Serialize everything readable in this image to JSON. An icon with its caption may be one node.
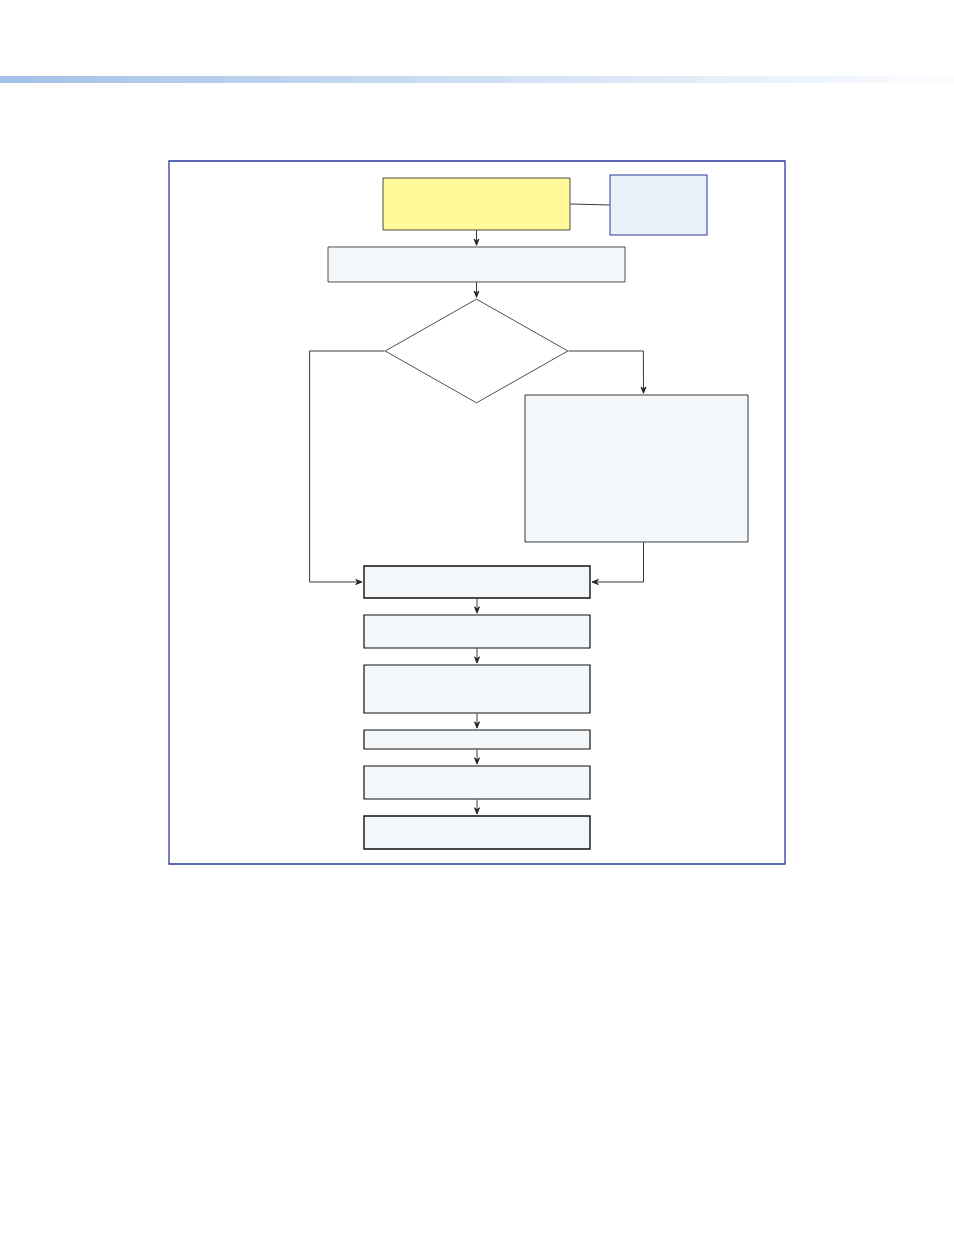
{
  "diagram": {
    "nodes": [
      {
        "text": [],
        "shape": "box"
      },
      {
        "text": [],
        "shape": "box"
      },
      {
        "text": [],
        "shape": "box"
      },
      {
        "text": [],
        "shape": "diamond"
      },
      {
        "text": [],
        "shape": "box"
      },
      {
        "text": [],
        "shape": "box"
      },
      {
        "text": [],
        "shape": "box"
      },
      {
        "text": [],
        "shape": "box"
      },
      {
        "text": [],
        "shape": "box"
      },
      {
        "text": [],
        "shape": "box"
      },
      {
        "text": [],
        "shape": "box"
      }
    ],
    "edges": [
      {
        "from": 0,
        "to": 1,
        "arrow": "none"
      },
      {
        "from": 0,
        "to": 2,
        "arrow": "to"
      },
      {
        "from": 2,
        "to": 3,
        "arrow": "to"
      },
      {
        "from": 3,
        "to": 5,
        "arrow": "to"
      },
      {
        "from": 3,
        "to": 4,
        "arrow": "to"
      },
      {
        "from": 4,
        "to": 5,
        "arrow": "to"
      },
      {
        "from": 5,
        "to": 6,
        "arrow": "to"
      },
      {
        "from": 6,
        "to": 7,
        "arrow": "to"
      },
      {
        "from": 7,
        "to": 8,
        "arrow": "to"
      },
      {
        "from": 8,
        "to": 9,
        "arrow": "to"
      },
      {
        "from": 9,
        "to": 10,
        "arrow": "to"
      }
    ]
  }
}
